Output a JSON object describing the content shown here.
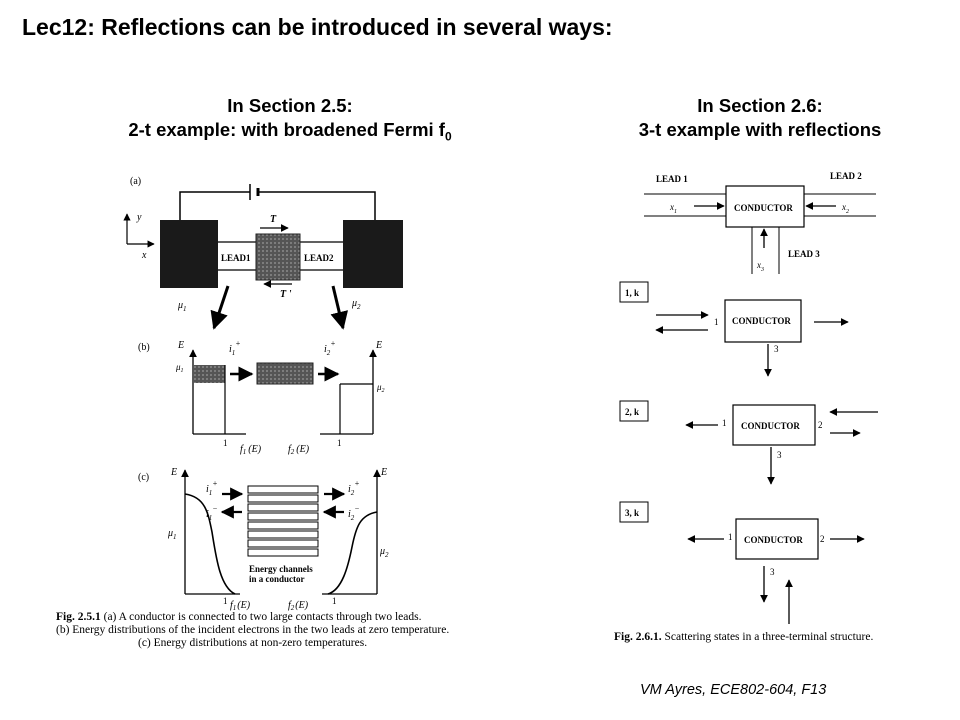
{
  "slide": {
    "title": "Lec12: Reflections can be introduced in several ways:",
    "left_heading_line1": "In Section 2.5:",
    "left_heading_line2": "2-t example: with broadened Fermi f",
    "left_heading_sub": "0",
    "right_heading_line1": "In Section 2.6:",
    "right_heading_line2": "3-t example with reflections",
    "footer": "VM Ayres, ECE802-604, F13"
  },
  "fig_left": {
    "panel_a": "(a)",
    "panel_b": "(b)",
    "panel_c": "(c)",
    "axis_y": "y",
    "axis_x": "x",
    "lead1": "LEAD1",
    "lead2": "LEAD2",
    "T": "T",
    "T_prime": "T '",
    "mu1": "μ",
    "mu1_sub": "1",
    "mu2": "μ",
    "mu2_sub": "2",
    "E": "E",
    "i1": "i",
    "i1_sub": "1",
    "i2": "i",
    "i2_sub": "2",
    "plus": "+",
    "minus": "−",
    "one": "1",
    "f1E": "f",
    "f1E_sub": "1",
    "f1E_arg": "(E)",
    "f2E": "f",
    "f2E_sub": "2",
    "f2E_arg": "(E)",
    "channels_line1": "Energy channels",
    "channels_line2": "in a conductor",
    "caption_bold": "Fig. 2.5.1",
    "caption_a": " (a) A conductor is connected to two large contacts through two leads.",
    "caption_b": "(b) Energy distributions of the incident electrons in the two leads at zero temperature.",
    "caption_c": "(c) Energy distributions at non-zero temperatures."
  },
  "fig_right": {
    "lead1": "LEAD 1",
    "lead2": "LEAD 2",
    "lead3": "LEAD 3",
    "conductor": "CONDUCTOR",
    "x": "x",
    "x1_sub": "1",
    "x2_sub": "2",
    "x3_sub": "3",
    "state1": "1, k",
    "state2": "2, k",
    "state3": "3, k",
    "t1": "1",
    "t2": "2",
    "t3": "3",
    "caption_bold": "Fig. 2.6.1.",
    "caption_text": " Scattering states in a three-terminal structure."
  }
}
